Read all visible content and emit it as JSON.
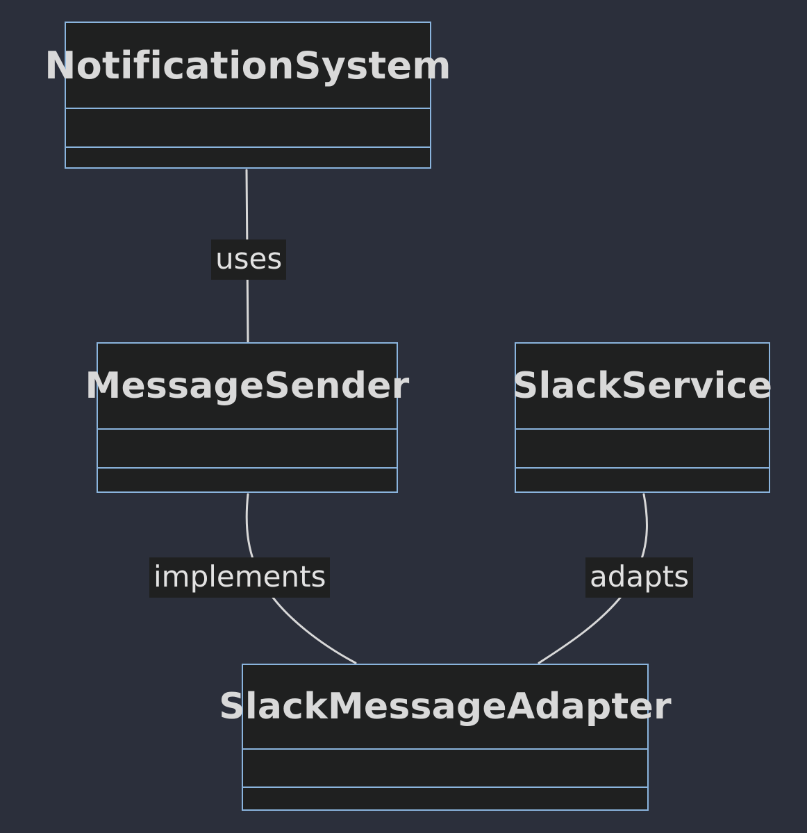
{
  "diagram": {
    "type": "uml-class-diagram",
    "title": "",
    "background_color": "#2b2f3b",
    "node_fill_color": "#1f2020",
    "node_border_color": "#8ab4dd",
    "text_color": "#d9d9d9",
    "edge_color": "#d8d8d8",
    "classes": [
      {
        "id": "notification-system",
        "name": "NotificationSystem",
        "attributes": [],
        "methods": []
      },
      {
        "id": "message-sender",
        "name": "MessageSender",
        "attributes": [],
        "methods": []
      },
      {
        "id": "slack-service",
        "name": "SlackService",
        "attributes": [],
        "methods": []
      },
      {
        "id": "slack-message-adapter",
        "name": "SlackMessageAdapter",
        "attributes": [],
        "methods": []
      }
    ],
    "relationships": [
      {
        "id": "uses",
        "label": "uses",
        "from": "NotificationSystem",
        "to": "MessageSender"
      },
      {
        "id": "implements",
        "label": "implements",
        "from": "MessageSender",
        "to": "SlackMessageAdapter"
      },
      {
        "id": "adapts",
        "label": "adapts",
        "from": "SlackService",
        "to": "SlackMessageAdapter"
      }
    ]
  }
}
